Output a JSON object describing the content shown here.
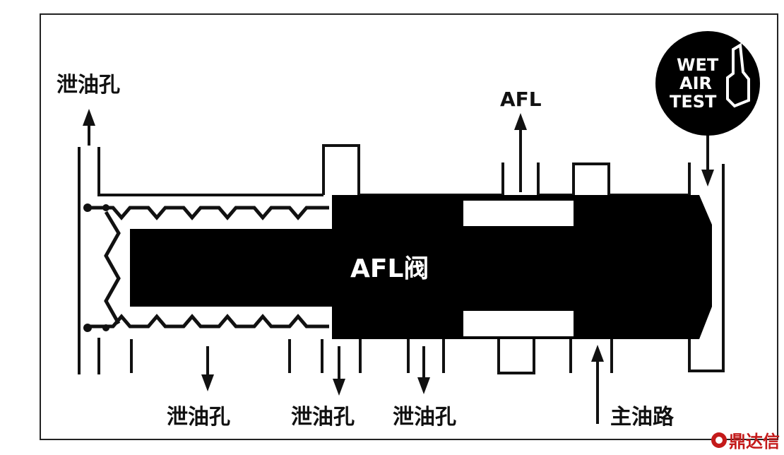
{
  "labels": {
    "drain_top_left": "泄油孔",
    "afl_top": "AFL",
    "valve": "AFL阀",
    "drain_bottom_1": "泄油孔",
    "drain_bottom_2": "泄油孔",
    "drain_bottom_3": "泄油孔",
    "main_line": "主油路"
  },
  "badge": {
    "line1": "WET",
    "line2": "AIR",
    "line3": "TEST"
  },
  "watermark": "鼎达信",
  "colors": {
    "ink": "#111111",
    "watermark": "#c41a1a"
  }
}
